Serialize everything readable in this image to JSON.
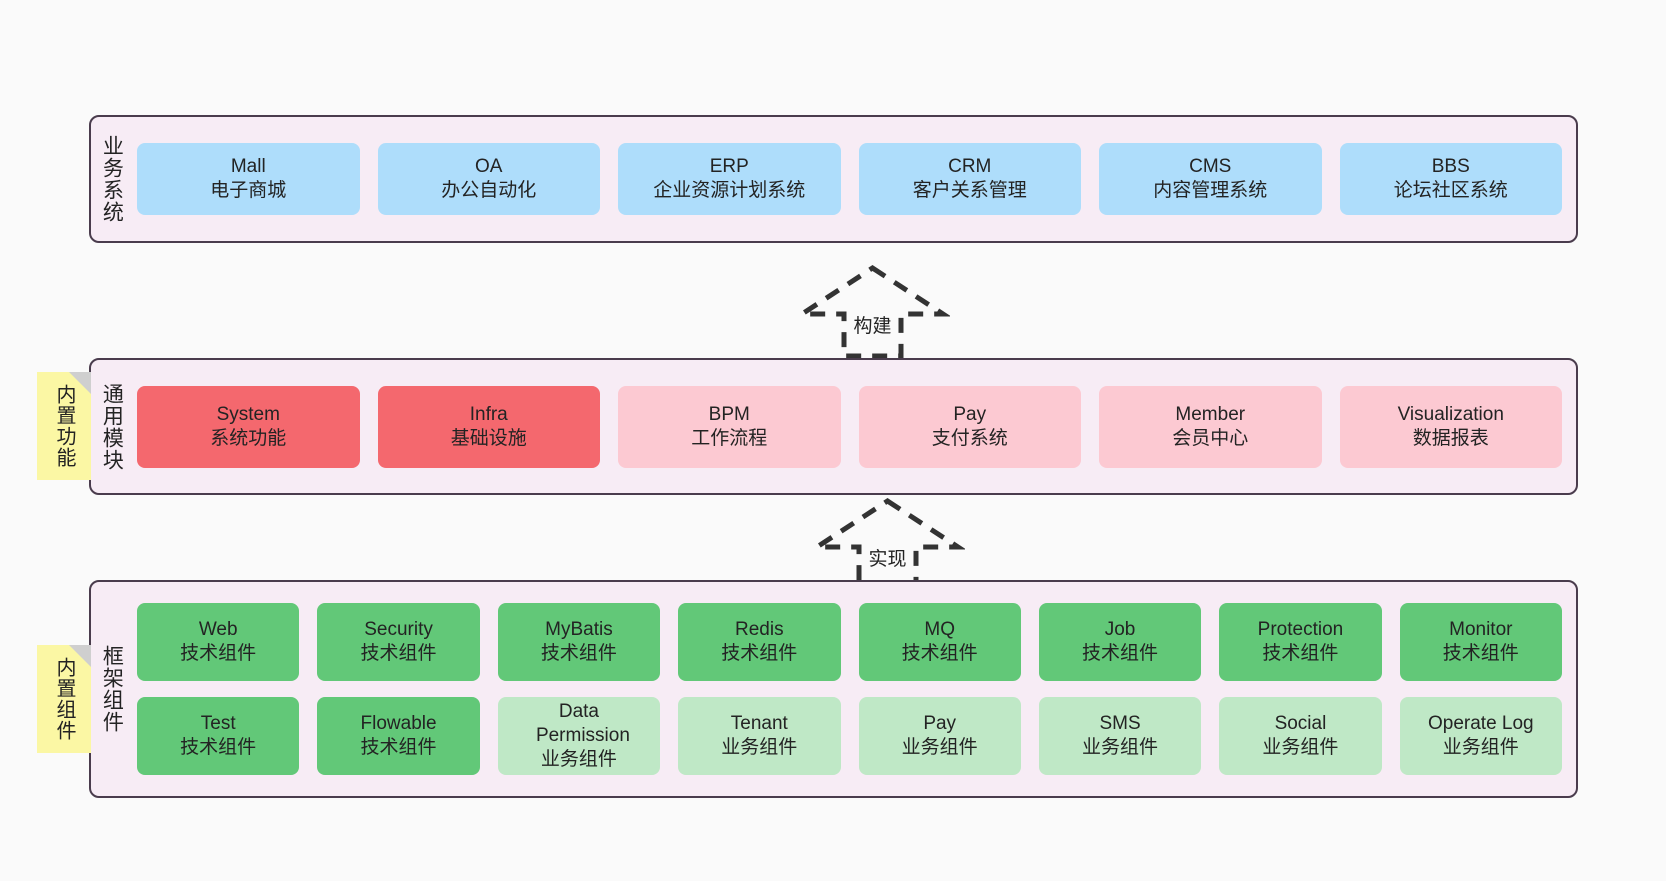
{
  "diagram": {
    "background": "#fafafa",
    "container_bg": "#f7ecf5",
    "container_border": "#4a3c4d",
    "note_bg": "#fbf7a4",
    "colors": {
      "blue": "#aeddfb",
      "red": "#f4686e",
      "pink": "#fcc9d2",
      "green": "#62c878",
      "light_green": "#bfe8c6"
    }
  },
  "layers": [
    {
      "id": "business-system",
      "label": "业务系统",
      "rows": [
        [
          {
            "en": "Mall",
            "cn": "电子商城",
            "color": "blue"
          },
          {
            "en": "OA",
            "cn": "办公自动化",
            "color": "blue"
          },
          {
            "en": "ERP",
            "cn": "企业资源计划系统",
            "color": "blue"
          },
          {
            "en": "CRM",
            "cn": "客户关系管理",
            "color": "blue"
          },
          {
            "en": "CMS",
            "cn": "内容管理系统",
            "color": "blue"
          },
          {
            "en": "BBS",
            "cn": "论坛社区系统",
            "color": "blue"
          }
        ]
      ]
    },
    {
      "id": "common-module",
      "label": "通用模块",
      "note": "内置功能",
      "rows": [
        [
          {
            "en": "System",
            "cn": "系统功能",
            "color": "red"
          },
          {
            "en": "Infra",
            "cn": "基础设施",
            "color": "red"
          },
          {
            "en": "BPM",
            "cn": "工作流程",
            "color": "pink"
          },
          {
            "en": "Pay",
            "cn": "支付系统",
            "color": "pink"
          },
          {
            "en": "Member",
            "cn": "会员中心",
            "color": "pink"
          },
          {
            "en": "Visualization",
            "cn": "数据报表",
            "color": "pink"
          }
        ]
      ]
    },
    {
      "id": "framework-component",
      "label": "框架组件",
      "note": "内置组件",
      "rows": [
        [
          {
            "en": "Web",
            "cn": "技术组件",
            "color": "green"
          },
          {
            "en": "Security",
            "cn": "技术组件",
            "color": "green"
          },
          {
            "en": "MyBatis",
            "cn": "技术组件",
            "color": "green"
          },
          {
            "en": "Redis",
            "cn": "技术组件",
            "color": "green"
          },
          {
            "en": "MQ",
            "cn": "技术组件",
            "color": "green"
          },
          {
            "en": "Job",
            "cn": "技术组件",
            "color": "green"
          },
          {
            "en": "Protection",
            "cn": "技术组件",
            "color": "green"
          },
          {
            "en": "Monitor",
            "cn": "技术组件",
            "color": "green"
          }
        ],
        [
          {
            "en": "Test",
            "cn": "技术组件",
            "color": "green"
          },
          {
            "en": "Flowable",
            "cn": "技术组件",
            "color": "green"
          },
          {
            "en": "Data Permission",
            "cn": "业务组件",
            "color": "light_green"
          },
          {
            "en": "Tenant",
            "cn": "业务组件",
            "color": "light_green"
          },
          {
            "en": "Pay",
            "cn": "业务组件",
            "color": "light_green"
          },
          {
            "en": "SMS",
            "cn": "业务组件",
            "color": "light_green"
          },
          {
            "en": "Social",
            "cn": "业务组件",
            "color": "light_green"
          },
          {
            "en": "Operate Log",
            "cn": "业务组件",
            "color": "light_green"
          }
        ]
      ]
    }
  ],
  "connectors": [
    {
      "id": "build",
      "label": "构建"
    },
    {
      "id": "implement",
      "label": "实现"
    }
  ]
}
